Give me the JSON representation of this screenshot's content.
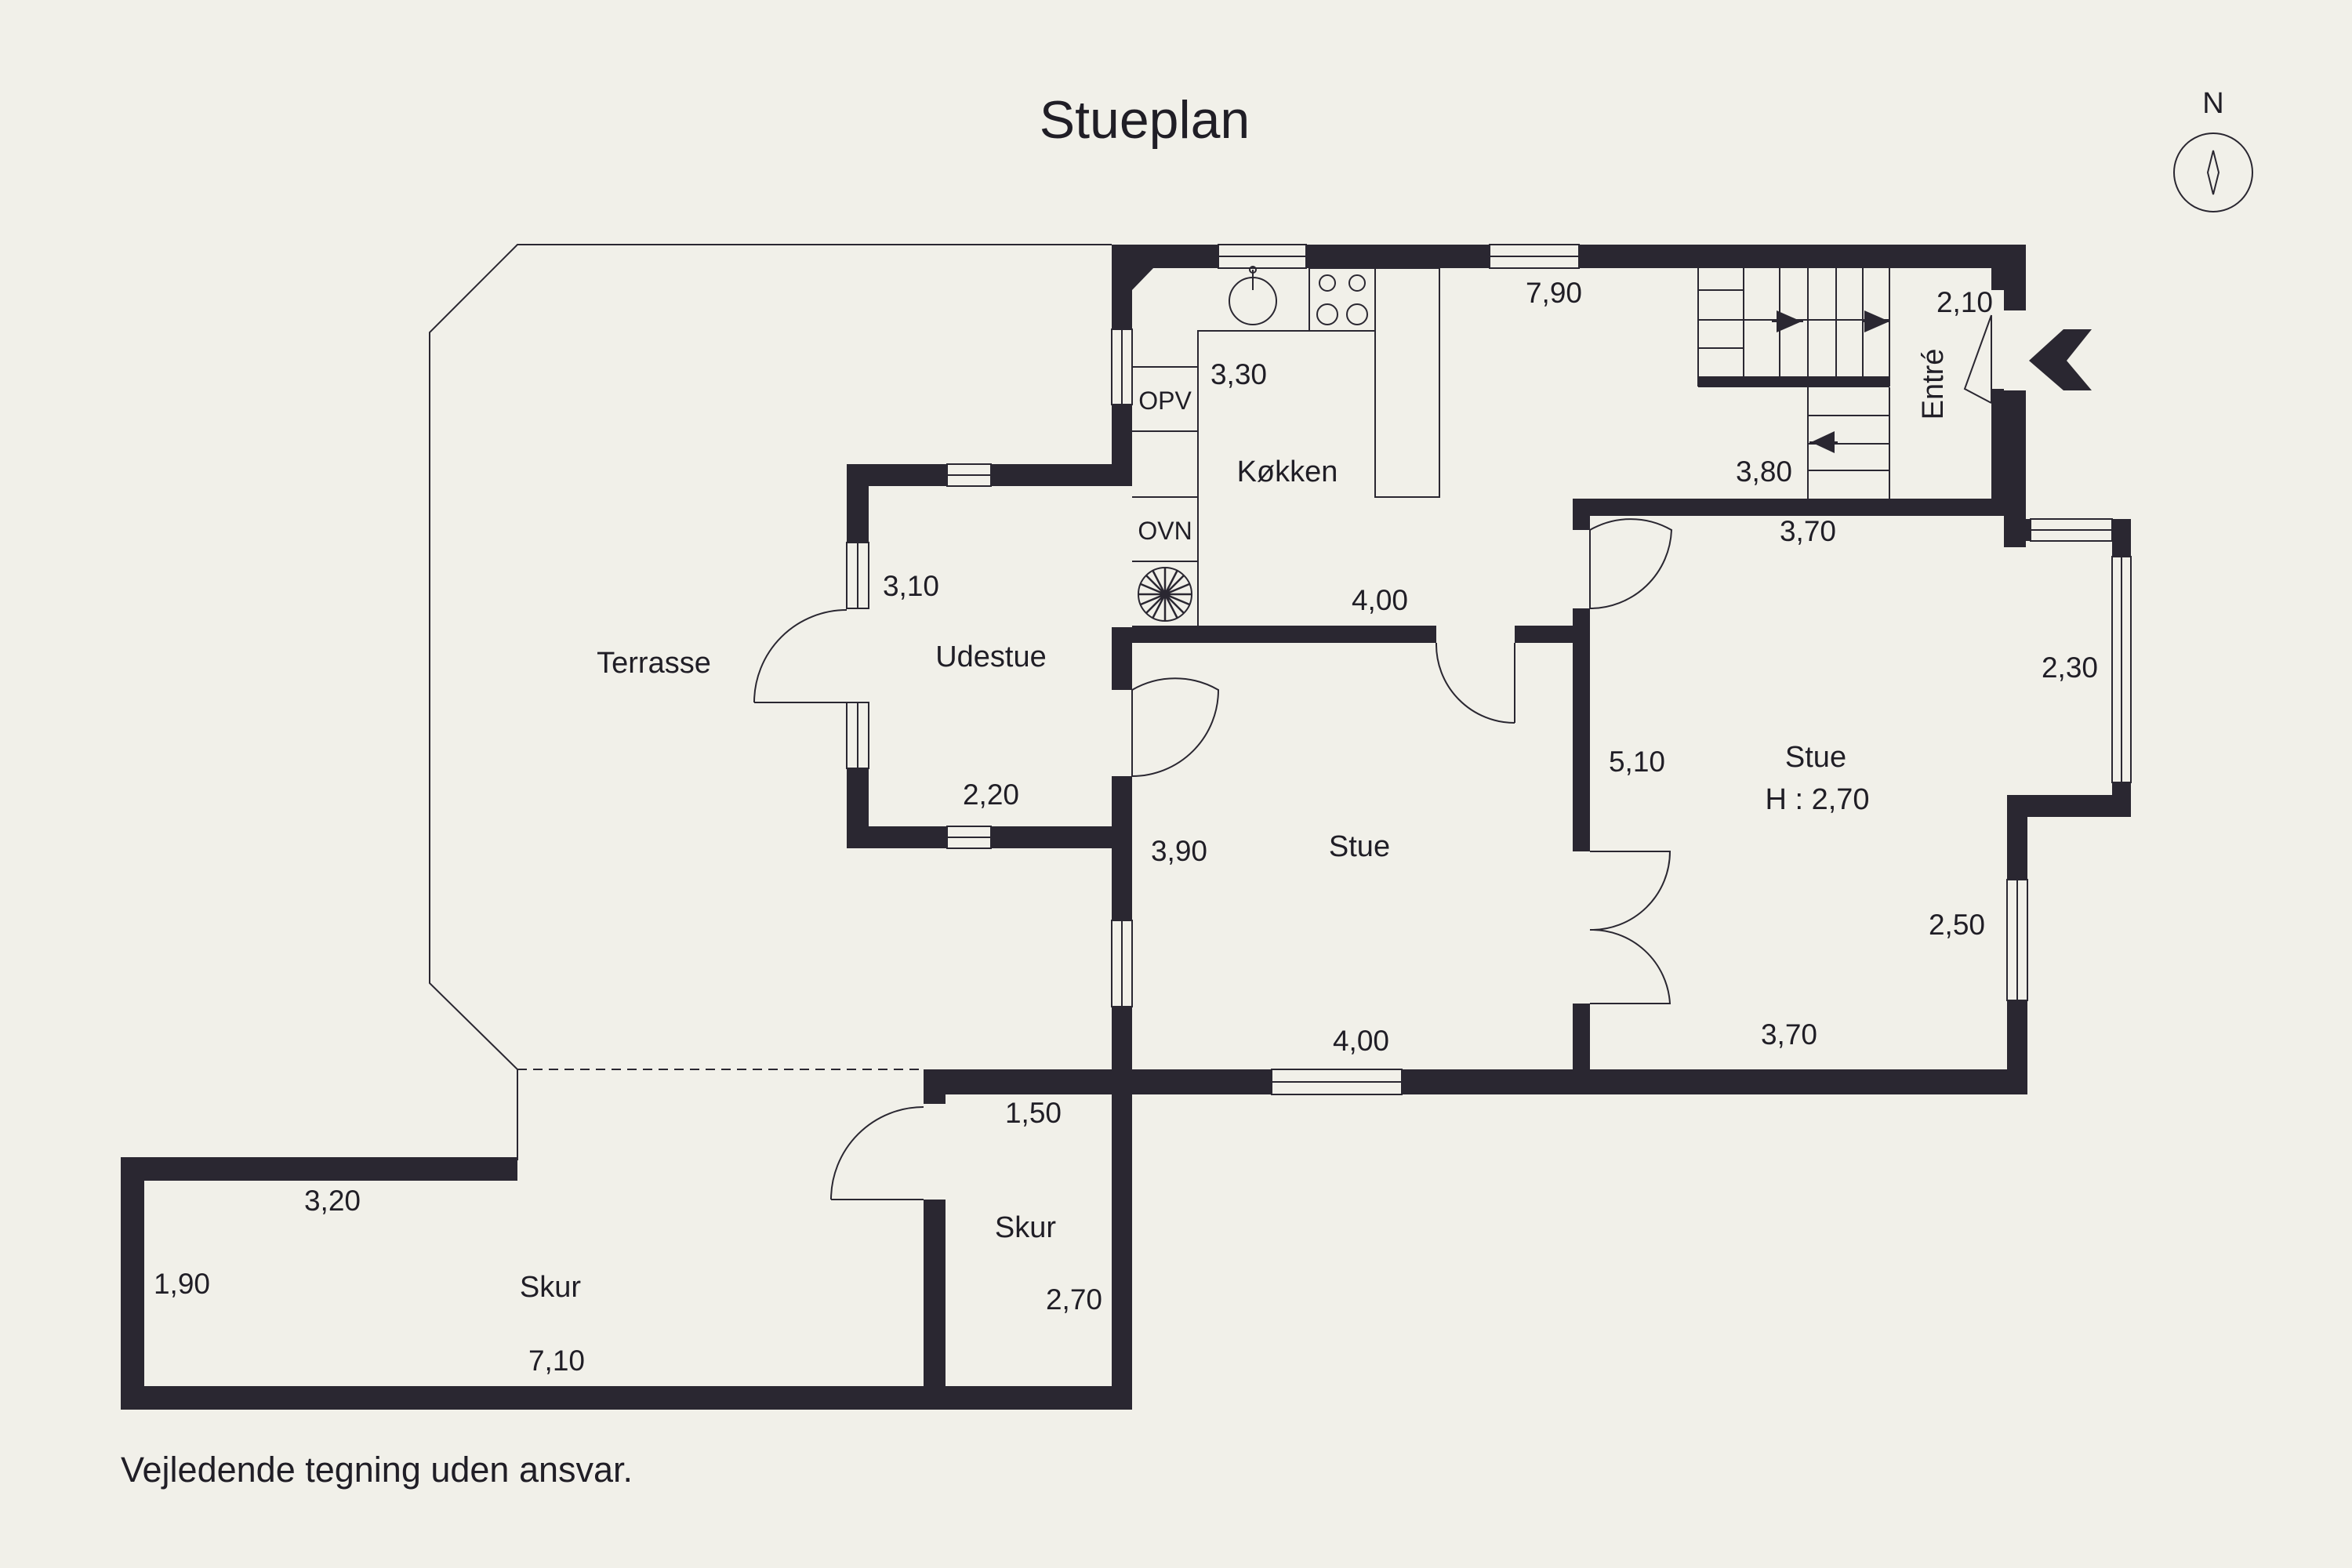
{
  "title": "Stueplan",
  "compass": {
    "label": "N",
    "icon": "compass-icon"
  },
  "rooms": {
    "terrasse": "Terrasse",
    "udestue": "Udestue",
    "koekken": "Køkken",
    "stue_center": "Stue",
    "stue_right": "Stue",
    "stue_right_height": "H : 2,70",
    "entre": "Entré",
    "skur_large": "Skur",
    "skur_small": "Skur"
  },
  "appliances": {
    "opv": "OPV",
    "ovn": "OVN"
  },
  "dimensions": {
    "koekken_width_top": "7,90",
    "entre_width": "2,10",
    "koekken_depth": "3,30",
    "stairs_length": "3,80",
    "stue_right_top": "3,70",
    "koekken_bottom": "4,00",
    "udestue_depth": "3,10",
    "bay_window": "2,30",
    "stue_right_depth": "5,10",
    "udestue_width": "2,20",
    "stue_center_depth": "3,90",
    "stue_right_wall": "2,50",
    "stue_center_bottom": "4,00",
    "stue_right_bottom": "3,70",
    "skur_small_width": "1,50",
    "skur_large_width_top": "3,20",
    "skur_large_depth": "1,90",
    "skur_small_depth": "2,70",
    "skur_large_width_bottom": "7,10"
  },
  "footer": "Vejledende tegning uden ansvar.",
  "colors": {
    "background": "#f1f0e9",
    "walls": "#2a2731",
    "text": "#201e26"
  }
}
